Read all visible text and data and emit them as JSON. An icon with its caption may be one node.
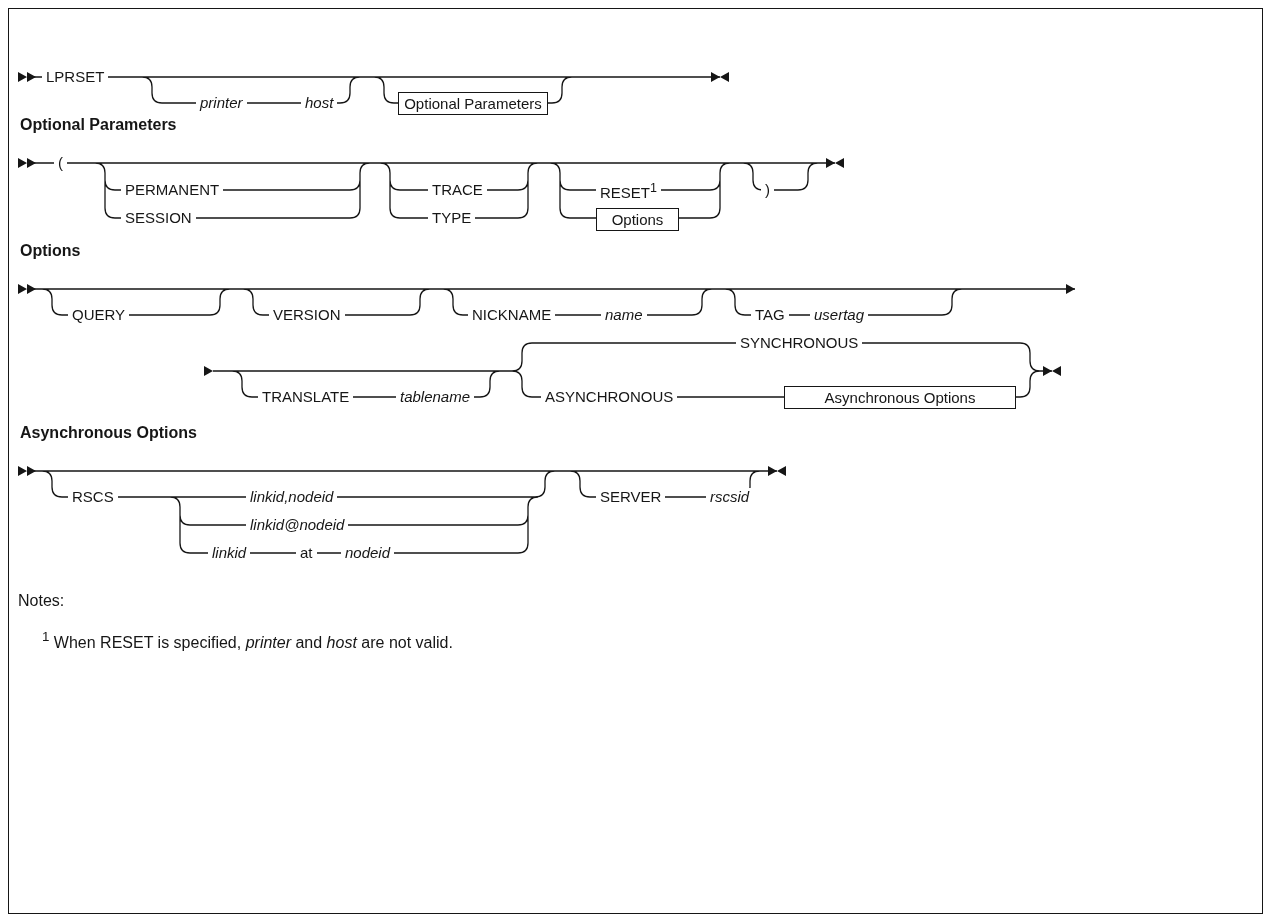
{
  "diagram": {
    "nodes": [
      {
        "text": [
          "Optional Parameters"
        ]
      },
      {
        "text": [
          "Options"
        ]
      },
      {
        "text": [
          "Asynchronous Options"
        ]
      }
    ],
    "labels": [
      "LPRSET",
      "printer",
      "host",
      "Optional Parameters",
      "(",
      "PERMANENT",
      "SESSION",
      "TRACE",
      "TYPE",
      "RESET$^{1}$",
      ")",
      "Options",
      "QUERY",
      "VERSION",
      "NICKNAME",
      "name",
      "TAG",
      "usertag",
      "TRANSLATE",
      "tablename",
      "SYNCHRONOUS",
      "ASYNCHRONOUS",
      "Asynchronous Options",
      "RSCS",
      "linkid,nodeid",
      "linkid@nodeid",
      "linkid",
      "at",
      "nodeid",
      "SERVER",
      "rscsid",
      "Notes:",
      "$^{1}$ When RESET is specified, *printer* and *host* are not valid."
    ]
  }
}
